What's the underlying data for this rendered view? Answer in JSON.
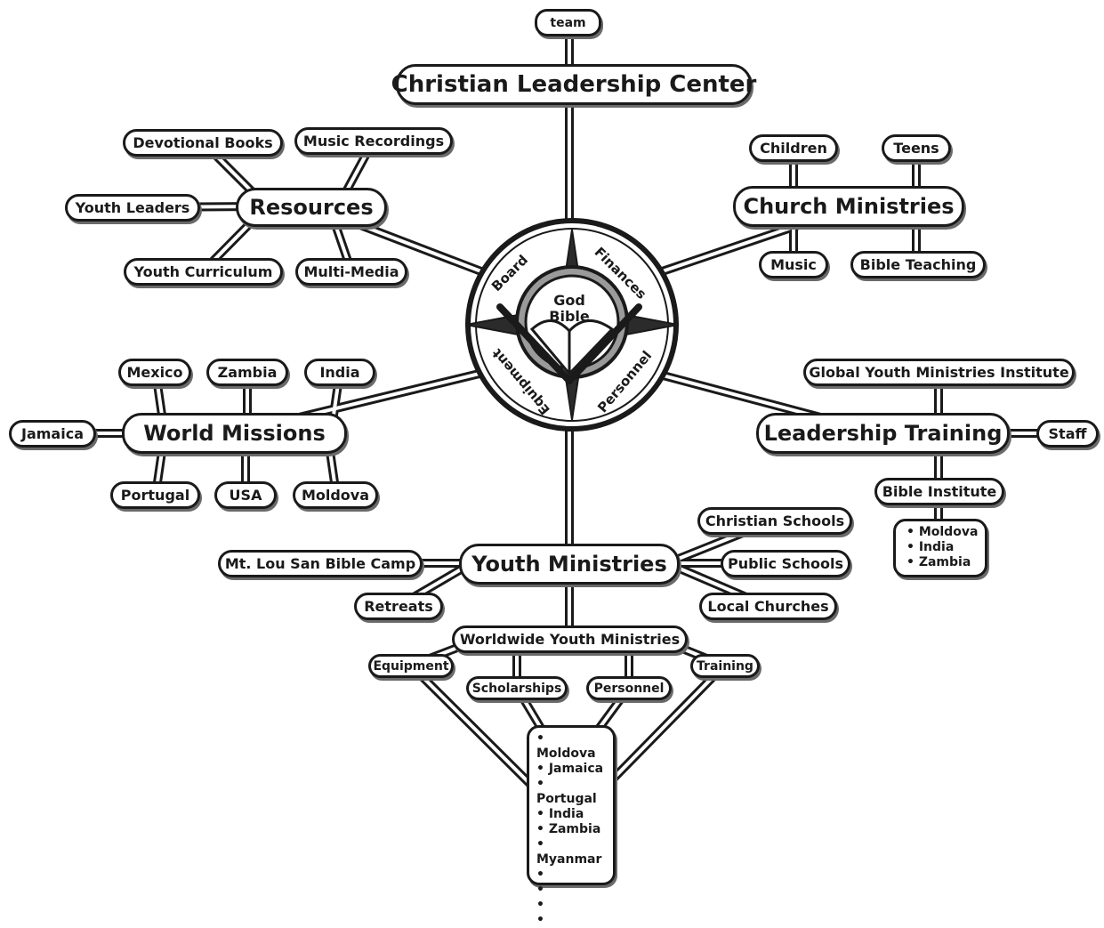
{
  "center": {
    "line1": "God",
    "line2": "Bible",
    "ring_labels": {
      "top_left": "Board",
      "top_right": "Finances",
      "bottom_right": "Personnel",
      "bottom_left": "Equipment"
    }
  },
  "top": {
    "title": "Christian Leadership Center",
    "team": "team"
  },
  "resources": {
    "title": "Resources",
    "items": [
      "Devotional Books",
      "Music Recordings",
      "Youth Leaders",
      "Youth Curriculum",
      "Multi-Media"
    ]
  },
  "church_ministries": {
    "title": "Church Ministries",
    "items": [
      "Children",
      "Teens",
      "Music",
      "Bible Teaching"
    ]
  },
  "world_missions": {
    "title": "World Missions",
    "items": [
      "Mexico",
      "Zambia",
      "India",
      "Jamaica",
      "Portugal",
      "USA",
      "Moldova"
    ]
  },
  "leadership_training": {
    "title": "Leadership Training",
    "institute": "Global Youth Ministries Institute",
    "staff": "Staff",
    "bible_institute": "Bible Institute",
    "bible_institute_countries": [
      "Moldova",
      "India",
      "Zambia"
    ]
  },
  "youth_ministries": {
    "title": "Youth Ministries",
    "items": [
      "Christian Schools",
      "Public Schools",
      "Local Churches",
      "Mt. Lou San Bible Camp",
      "Retreats"
    ]
  },
  "worldwide": {
    "title": "Worldwide Youth Ministries",
    "items": [
      "Equipment",
      "Scholarships",
      "Personnel",
      "Training"
    ],
    "countries": [
      "Moldova",
      "Jamaica",
      "Portugal",
      "India",
      "Zambia",
      "Myanmar",
      "",
      "",
      "",
      ""
    ]
  }
}
